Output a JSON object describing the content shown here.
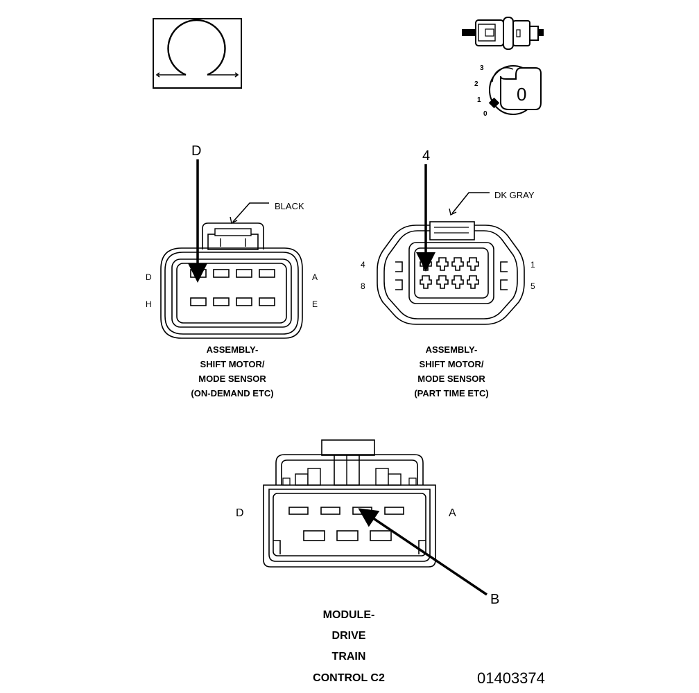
{
  "meter_icons": {
    "resistance_symbol": "ohm-icon",
    "meter_lead": "probe-connector-icon",
    "range_knob": "rotary-selector-icon",
    "dial_positions": [
      "3",
      "2",
      "1",
      "0"
    ],
    "dial_setting": "0"
  },
  "connector_left": {
    "callout": "D",
    "color": "BLACK",
    "pin_top_left": "D",
    "pin_top_right": "A",
    "pin_bottom_left": "H",
    "pin_bottom_right": "E",
    "caption": [
      "ASSEMBLY-",
      "SHIFT MOTOR/",
      "MODE SENSOR",
      "(ON-DEMAND ETC)"
    ]
  },
  "connector_right": {
    "callout": "4",
    "color": "DK GRAY",
    "pin_top_left": "4",
    "pin_top_right": "1",
    "pin_bottom_left": "8",
    "pin_bottom_right": "5",
    "caption": [
      "ASSEMBLY-",
      "SHIFT MOTOR/",
      "MODE SENSOR",
      "(PART TIME ETC)"
    ]
  },
  "connector_bottom": {
    "callout": "B",
    "pin_left": "D",
    "pin_right": "A",
    "caption": [
      "MODULE-",
      "DRIVE",
      "TRAIN",
      "CONTROL C2"
    ]
  },
  "figure_number": "01403374"
}
